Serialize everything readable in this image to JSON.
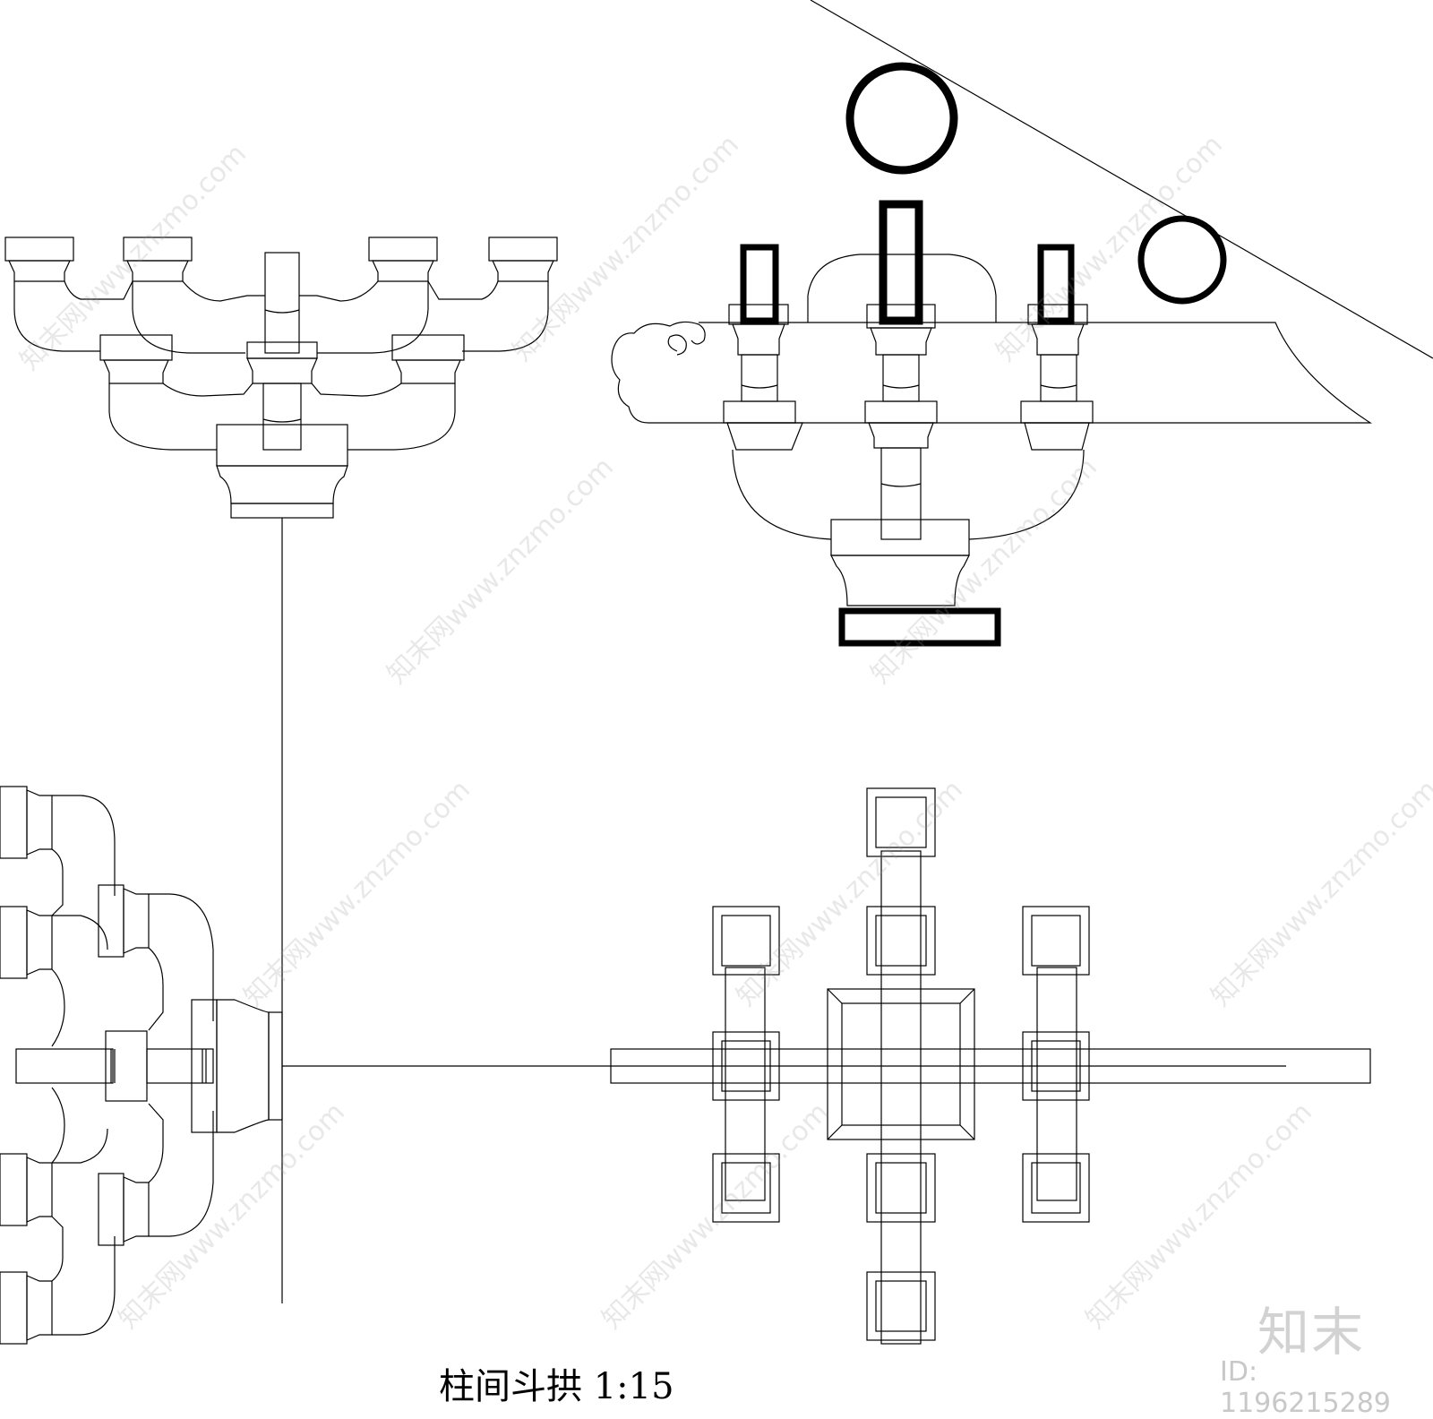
{
  "caption": "柱间斗拱 1:15",
  "watermark": {
    "logo_text": "知末",
    "id_text": "ID: 1196215289",
    "diagonal_text": "知末网www.znzmo.com"
  }
}
